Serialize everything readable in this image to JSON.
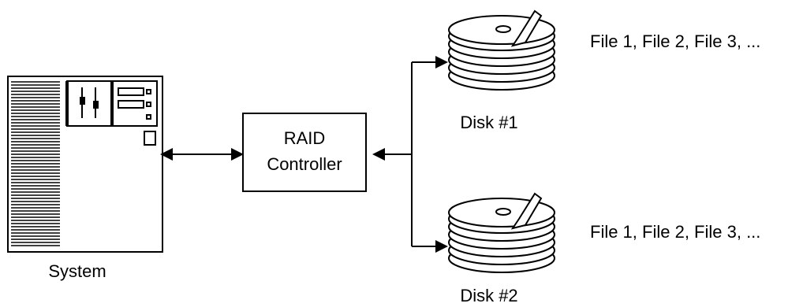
{
  "system": {
    "label": "System"
  },
  "controller": {
    "line1": "RAID",
    "line2": "Controller"
  },
  "disks": [
    {
      "label": "Disk #1",
      "files": "File 1, File 2, File 3, ..."
    },
    {
      "label": "Disk #2",
      "files": "File 1, File 2, File 3, ..."
    }
  ]
}
